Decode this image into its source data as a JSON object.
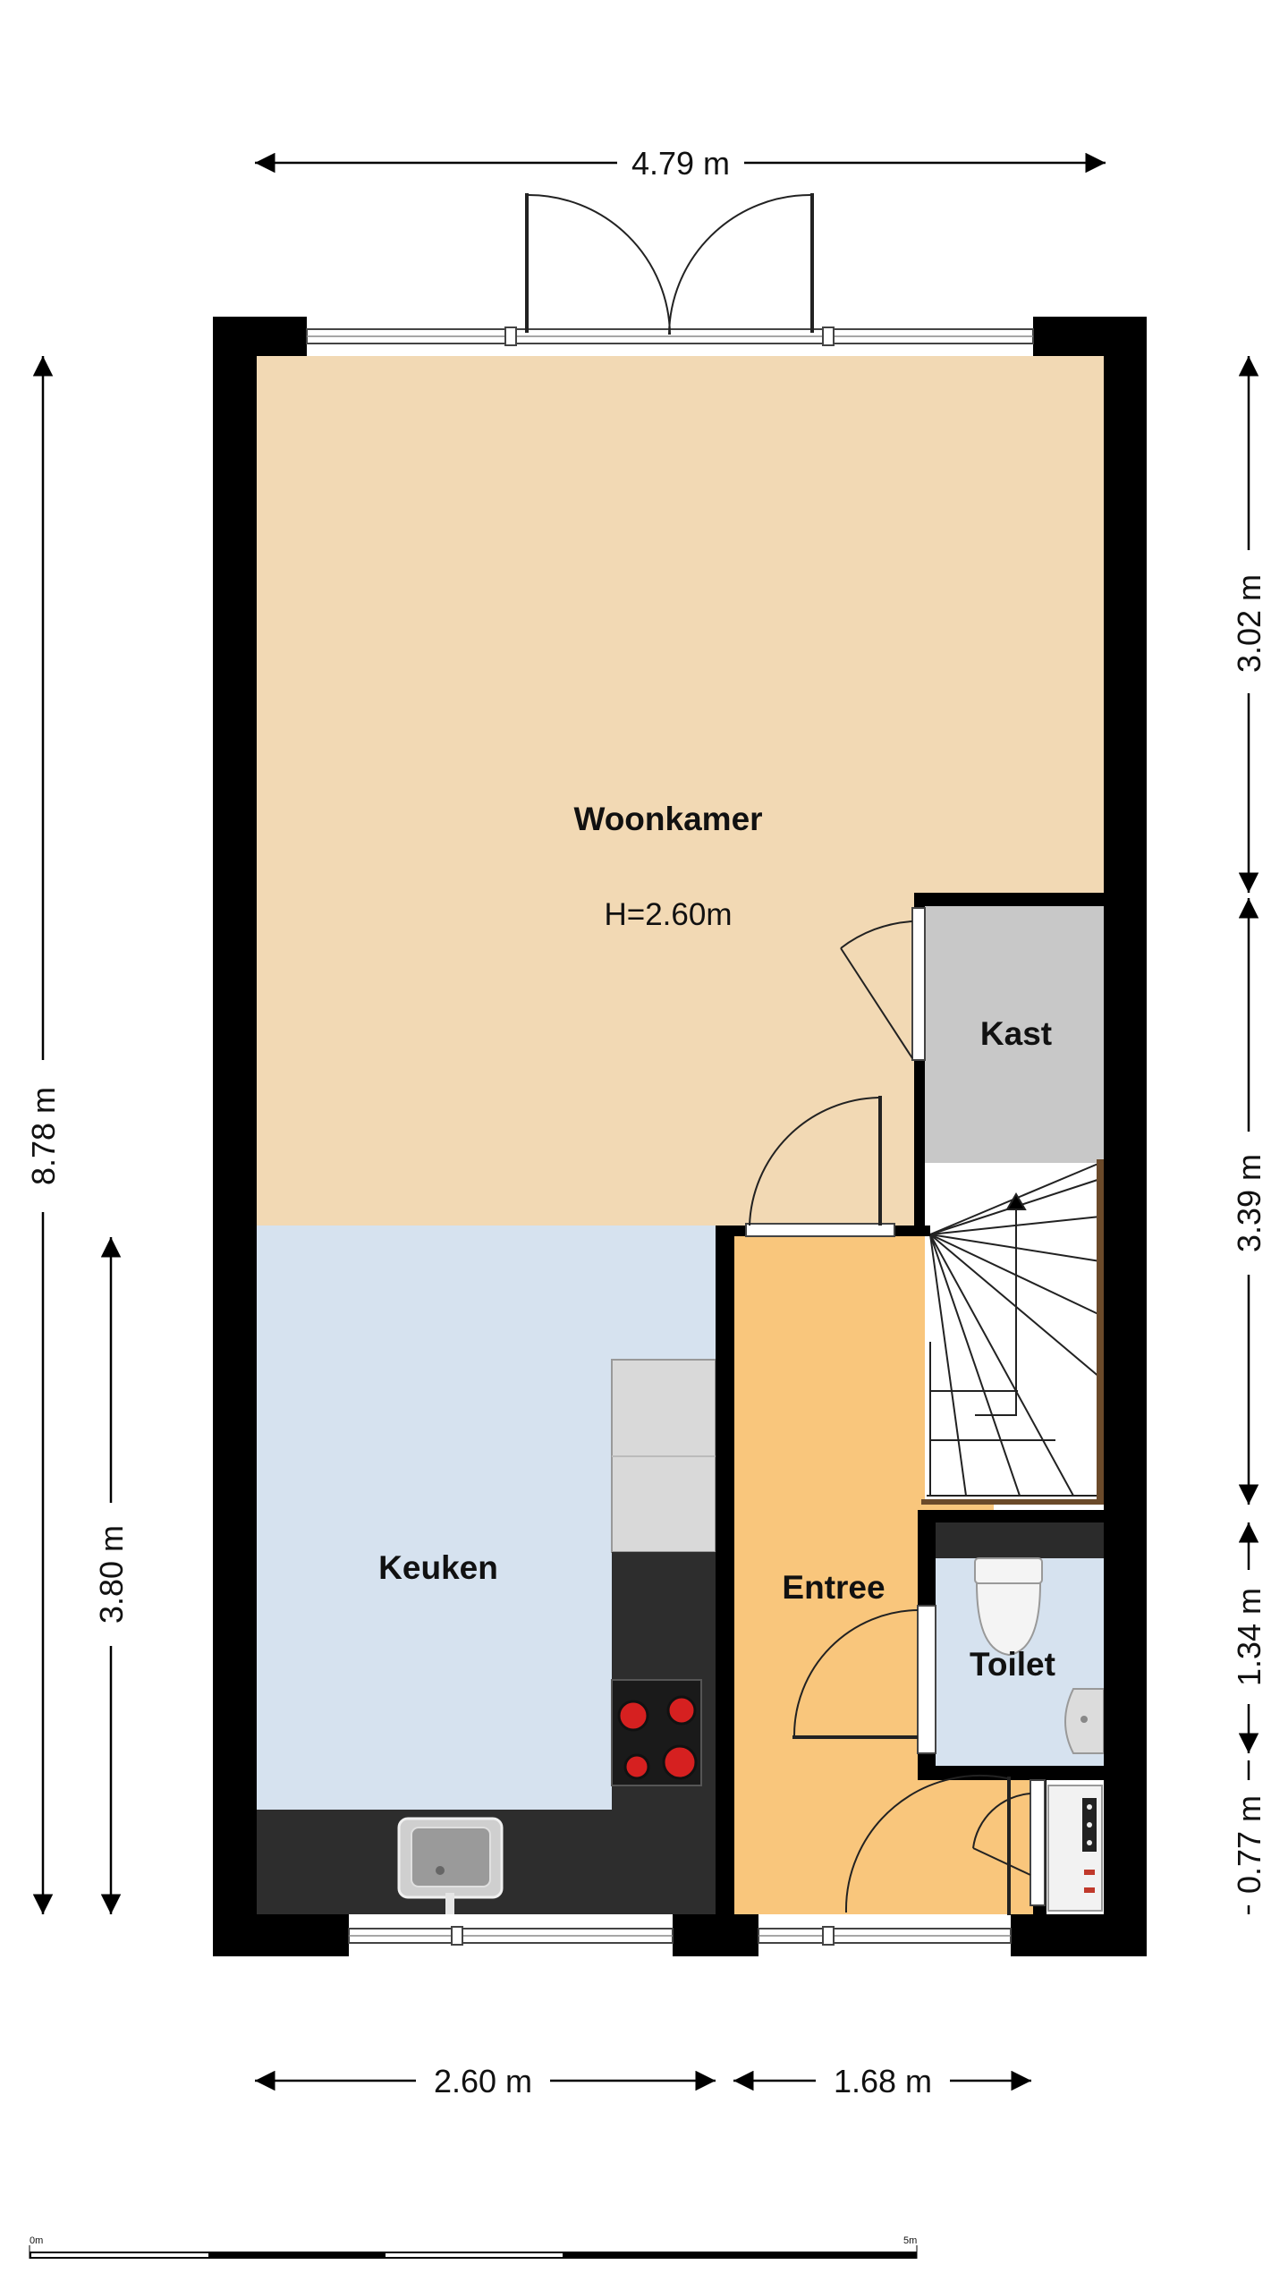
{
  "rooms": {
    "woonkamer": {
      "name": "Woonkamer",
      "height": "H=2.60m",
      "color": "#f2d9b4"
    },
    "keuken": {
      "name": "Keuken",
      "color": "#d6e2ef"
    },
    "entree": {
      "name": "Entree",
      "color": "#f9c67c"
    },
    "kast": {
      "name": "Kast",
      "color": "#c8c8c8"
    },
    "toilet": {
      "name": "Toilet",
      "color": "#d6e2ef"
    }
  },
  "dimensions": {
    "top_width": "4.79 m",
    "left_total": "8.78 m",
    "left_kitchen": "3.80 m",
    "right_1": "3.02 m",
    "right_2": "3.39 m",
    "right_3": "1.34 m",
    "right_4": "0.77 m",
    "bottom_1": "2.60 m",
    "bottom_2": "1.68 m"
  },
  "scale_bar": {
    "start": "0m",
    "end": "5m"
  },
  "colors": {
    "wall": "#000000",
    "counter": "#2d2d2d",
    "hob_ring": "#d62020"
  }
}
